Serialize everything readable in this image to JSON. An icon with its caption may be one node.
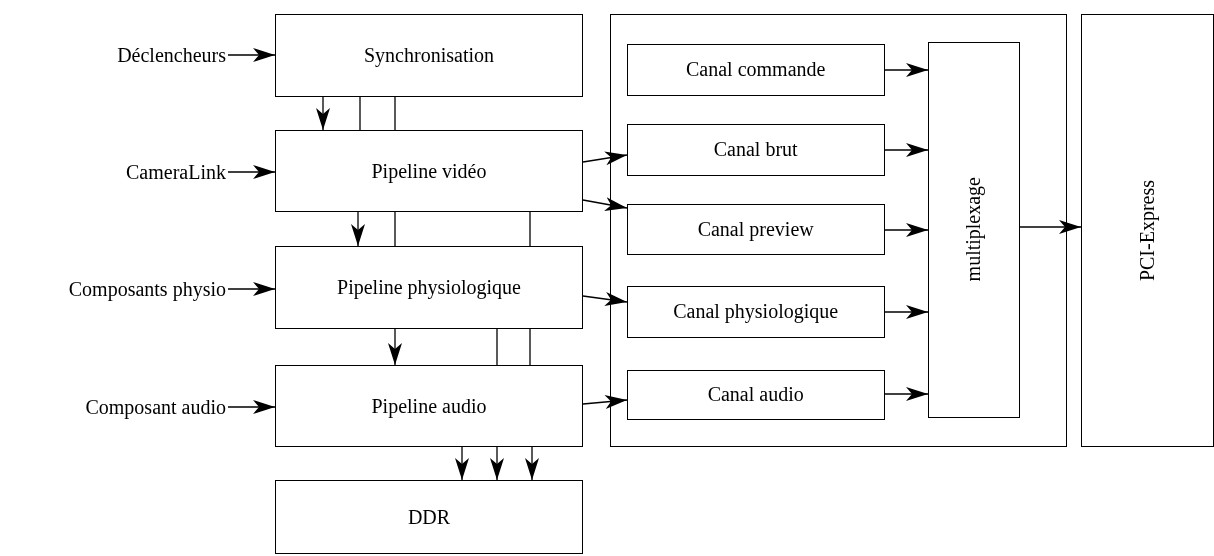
{
  "diagram": {
    "nodes": [
      {
        "text": [
          "Déclencheurs"
        ]
      },
      {
        "text": [
          "Synchronisation"
        ]
      },
      {
        "text": [
          "CameraLink"
        ]
      },
      {
        "text": [
          "Pipeline vidéo"
        ]
      },
      {
        "text": [
          "Composants physio"
        ]
      },
      {
        "text": [
          "Pipeline physiologique"
        ]
      },
      {
        "text": [
          "Composant audio"
        ]
      },
      {
        "text": [
          "Pipeline audio"
        ]
      },
      {
        "text": [
          "DDR"
        ]
      },
      {
        "text": [],
        "shape": "box"
      },
      {
        "text": [
          "Canal commande"
        ],
        "in": 9
      },
      {
        "text": [
          "Canal brut"
        ],
        "in": 9
      },
      {
        "text": [
          "Canal preview"
        ],
        "in": 9
      },
      {
        "text": [
          "Canal physiologique"
        ],
        "in": 9
      },
      {
        "text": [
          "Canal audio"
        ],
        "in": 9
      },
      {
        "text": [
          "multiplexage"
        ],
        "in": 9
      },
      {
        "text": [
          "PCI-Express"
        ]
      }
    ],
    "edges": [
      {
        "from": 0,
        "to": 1,
        "arrow": "to"
      },
      {
        "from": 2,
        "to": 3,
        "arrow": "to"
      },
      {
        "from": 4,
        "to": 5,
        "arrow": "to"
      },
      {
        "from": 6,
        "to": 7,
        "arrow": "to"
      },
      {
        "from": 1,
        "to": 3,
        "arrow": "to"
      },
      {
        "from": 1,
        "to": 3,
        "arrow": "none"
      },
      {
        "from": 1,
        "to": 3,
        "arrow": "none"
      },
      {
        "from": 3,
        "to": 5,
        "arrow": "to"
      },
      {
        "from": 3,
        "to": 5,
        "arrow": "none"
      },
      {
        "from": 3,
        "to": 5,
        "arrow": "none"
      },
      {
        "from": 5,
        "to": 7,
        "arrow": "to"
      },
      {
        "from": 5,
        "to": 7,
        "arrow": "none"
      },
      {
        "from": 5,
        "to": 7,
        "arrow": "none"
      },
      {
        "from": 7,
        "to": 8,
        "arrow": "to"
      },
      {
        "from": 7,
        "to": 8,
        "arrow": "to"
      },
      {
        "from": 7,
        "to": 8,
        "arrow": "to"
      },
      {
        "from": 3,
        "to": 11,
        "arrow": "to"
      },
      {
        "from": 3,
        "to": 12,
        "arrow": "to"
      },
      {
        "from": 5,
        "to": 13,
        "arrow": "to"
      },
      {
        "from": 7,
        "to": 14,
        "arrow": "to"
      },
      {
        "from": 10,
        "to": 15,
        "arrow": "to"
      },
      {
        "from": 11,
        "to": 15,
        "arrow": "to"
      },
      {
        "from": 12,
        "to": 15,
        "arrow": "to"
      },
      {
        "from": 13,
        "to": 15,
        "arrow": "to"
      },
      {
        "from": 14,
        "to": 15,
        "arrow": "to"
      },
      {
        "from": 15,
        "to": 16,
        "arrow": "to"
      }
    ]
  }
}
